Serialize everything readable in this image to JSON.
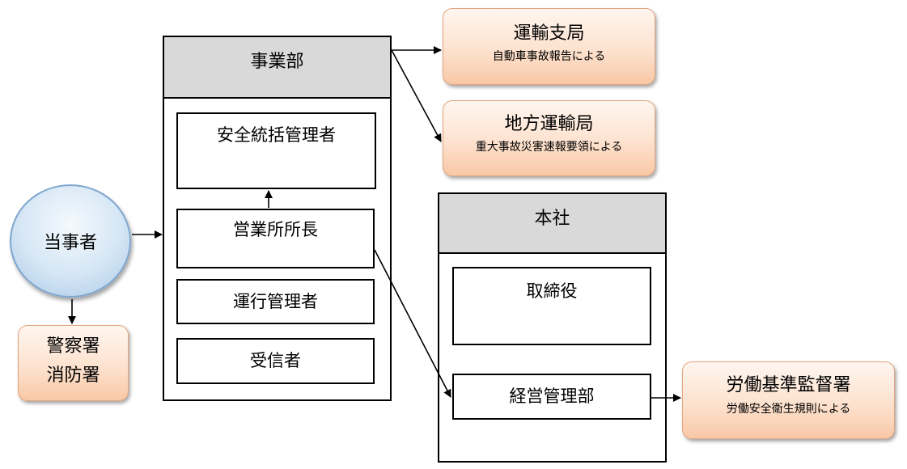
{
  "party": "当事者",
  "police_fire": {
    "line1": "警察署",
    "line2": "消防署"
  },
  "division": {
    "title": "事業部",
    "safety_manager": "安全統括管理者",
    "office_manager": "営業所所長",
    "operations_manager": "運行管理者",
    "receiver": "受信者"
  },
  "transport_branch": {
    "title": "運輸支局",
    "note": "自動車事故報告による"
  },
  "regional_transport": {
    "title": "地方運輸局",
    "note": "重大事故災害速報要領による"
  },
  "head_office": {
    "title": "本社",
    "director": "取締役",
    "management_dept": "経営管理部"
  },
  "labor_office": {
    "title": "労働基準監督署",
    "note": "労働安全衛生規則による"
  }
}
